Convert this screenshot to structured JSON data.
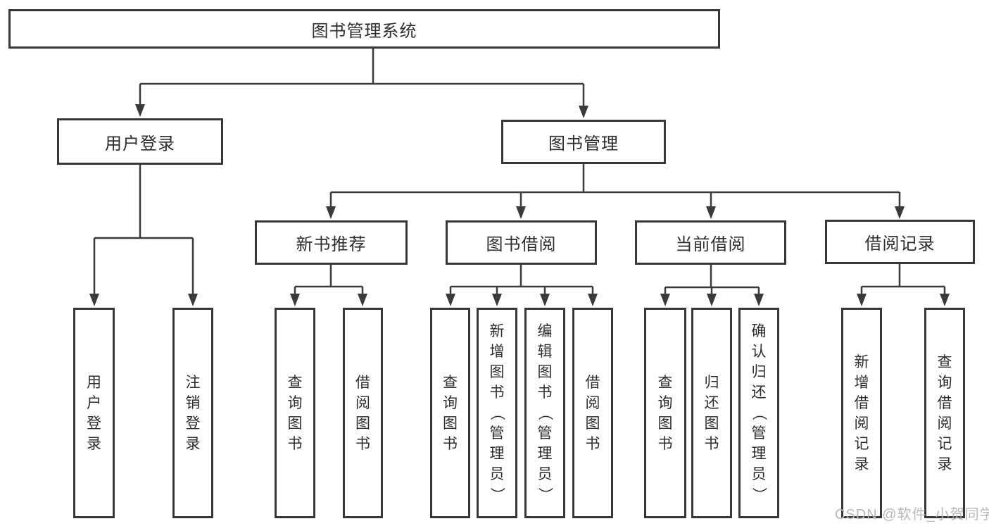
{
  "diagram": {
    "root": "图书管理系统",
    "level2": {
      "user_login": "用户登录",
      "book_management": "图书管理"
    },
    "level3": {
      "new_book_recommendation": "新书推荐",
      "book_borrowing": "图书借阅",
      "current_borrowing": "当前借阅",
      "borrowing_records": "借阅记录"
    },
    "leaves": {
      "user_login": "用户登录",
      "logout": "注销登录",
      "nb_query_books": "查询图书",
      "nb_borrow_books": "借阅图书",
      "bb_query_books": "查询图书",
      "bb_add_books_admin": "新增图书（管理员）",
      "bb_edit_books_admin": "编辑图书（管理员）",
      "bb_borrow_books": "借阅图书",
      "cb_query_books": "查询图书",
      "cb_return_books": "归还图书",
      "cb_confirm_return_admin": "确认归还（管理员）",
      "br_add_record": "新增借阅记录",
      "br_query_record": "查询借阅记录"
    }
  },
  "watermark": "CSDN @软件_小贺同学",
  "colors": {
    "line": "#3a3a3a",
    "box_border": "#373737",
    "text": "#2d2d2d",
    "watermark": "#b9b9b9",
    "background": "#ffffff"
  }
}
